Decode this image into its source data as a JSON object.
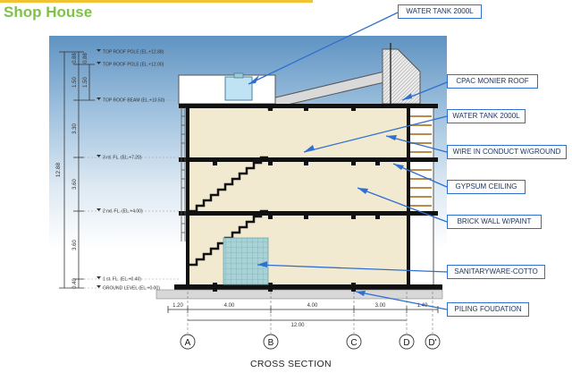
{
  "title": "Shop House",
  "caption": "CROSS SECTION",
  "colors": {
    "title_green": "#7fc24a",
    "callout_blue": "#2f6fd0",
    "floor_beige": "#f1ead0",
    "sky_blue": "#6f9fcf",
    "tile_teal": "#9ccbd0"
  },
  "callouts": [
    {
      "id": "water-tank-top",
      "label": "WATER TANK 2000L"
    },
    {
      "id": "cpac-roof",
      "label": "CPAC MONIER ROOF"
    },
    {
      "id": "water-tank",
      "label": "WATER TANK 2000L"
    },
    {
      "id": "wire-conduct",
      "label": "WIRE IN CONDUCT W/GROUND"
    },
    {
      "id": "gypsum-ceiling",
      "label": "GYPSUM CEILING"
    },
    {
      "id": "brick-wall",
      "label": "BRICK WALL W/PAINT"
    },
    {
      "id": "sanitaryware",
      "label": "SANITARYWARE-COTTO"
    },
    {
      "id": "piling",
      "label": "PILING FOUDATION"
    }
  ],
  "level_labels": [
    "TOP ROOF POLE (EL.+12.88)",
    "TOP ROOF POLE (EL.+12.00)",
    "TOP ROOF BEAM (EL.+10.50)",
    "3 rd. FL. (EL.+7.20)",
    "2 nd. FL. (EL.+4.00)",
    "1 st. FL. (EL.+0.40)",
    "GROUND LEVEL (EL.+0.00)"
  ],
  "vertical_dims": {
    "overall": "12.88",
    "segments": [
      "0.40",
      "3.60",
      "3.60",
      "3.30",
      "1.50",
      "0.88",
      "0.40"
    ],
    "inner": [
      "1.50",
      "0.88"
    ]
  },
  "horizontal_dims": {
    "spans": [
      "1.20",
      "4.00",
      "4.00",
      "3.00",
      "1.40"
    ],
    "total": "12.00"
  },
  "grid_axes": [
    "A",
    "B",
    "C",
    "D",
    "D'"
  ]
}
